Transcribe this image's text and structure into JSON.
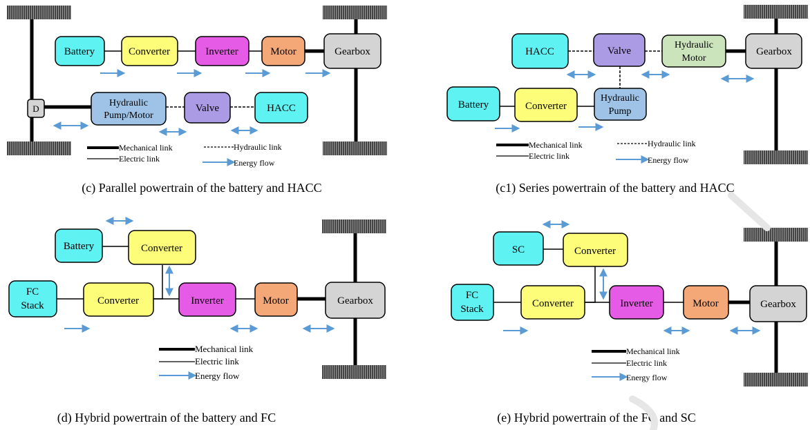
{
  "colors": {
    "cyan": "#5ef2f2",
    "yellow": "#fdfd7a",
    "magenta": "#e65be6",
    "orange": "#f4a878",
    "gray": "#d4d4d4",
    "blue": "#9ec3e6",
    "purple": "#ab9be4",
    "green": "#cce4bc",
    "arrow": "#5b9bd5"
  },
  "legend": {
    "mechanical": "Mechanical link",
    "hydraulic": "Hydraulic link",
    "electric": "Electric link",
    "energy": "Energy flow"
  },
  "panel_c": {
    "caption": "(c) Parallel powertrain of the battery and HACC",
    "battery": "Battery",
    "converter": "Converter",
    "inverter": "Inverter",
    "motor": "Motor",
    "gearbox": "Gearbox",
    "diff": "D",
    "pump_l1": "Hydraulic",
    "pump_l2": "Pump/Motor",
    "valve": "Valve",
    "hacc": "HACC"
  },
  "panel_c1": {
    "caption": "(c1) Series powertrain of the battery and HACC",
    "hacc": "HACC",
    "valve": "Valve",
    "hmotor_l1": "Hydraulic",
    "hmotor_l2": "Motor",
    "gearbox": "Gearbox",
    "battery": "Battery",
    "converter": "Converter",
    "pump_l1": "Hydraulic",
    "pump_l2": "Pump"
  },
  "panel_d": {
    "caption": "(d) Hybrid powertrain of the battery and FC",
    "battery": "Battery",
    "converter_top": "Converter",
    "fc_l1": "FC",
    "fc_l2": "Stack",
    "converter": "Converter",
    "inverter": "Inverter",
    "motor": "Motor",
    "gearbox": "Gearbox"
  },
  "panel_e": {
    "caption": "(e) Hybrid powertrain of the FC and SC",
    "sc": "SC",
    "converter_top": "Converter",
    "fc_l1": "FC",
    "fc_l2": "Stack",
    "converter": "Converter",
    "inverter": "Inverter",
    "motor": "Motor",
    "gearbox": "Gearbox"
  }
}
